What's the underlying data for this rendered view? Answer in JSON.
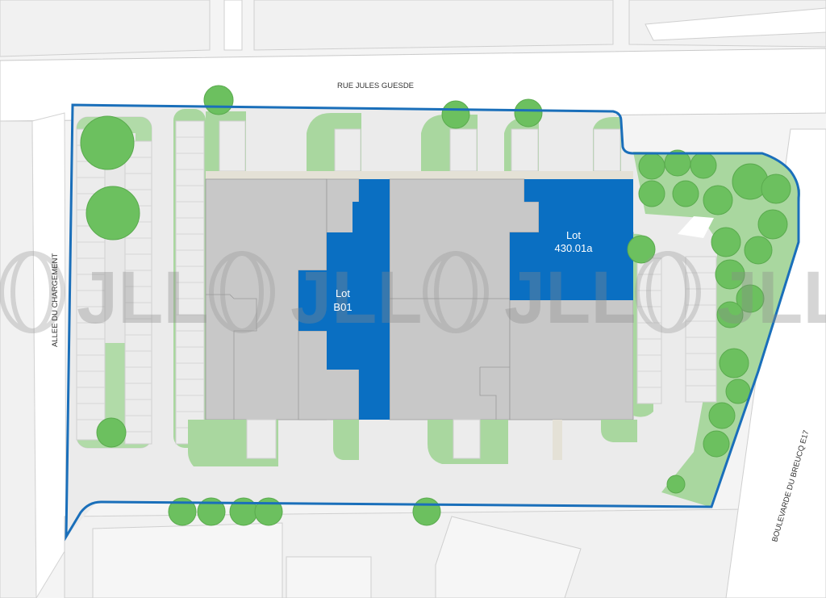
{
  "streets": {
    "north": "RUE JULES GUESDE",
    "west": "ALLEE DU CHARGEMENT",
    "east": "BOULEVARDE DU BREUCQ  E17"
  },
  "lots": [
    {
      "line1": "Lot",
      "line2": "B01"
    },
    {
      "line1": "Lot",
      "line2": "430.01a"
    }
  ],
  "watermark": {
    "text": "JLL"
  },
  "colors": {
    "background": "#f4f4f4",
    "road": "#ffffff",
    "parking": "#e6e6e6",
    "green": "#a9d79f",
    "tree": "#6cc05f",
    "building": "#c8c8c8",
    "lot_highlight": "#0a6fc2",
    "site_boundary": "#1a6fba"
  }
}
